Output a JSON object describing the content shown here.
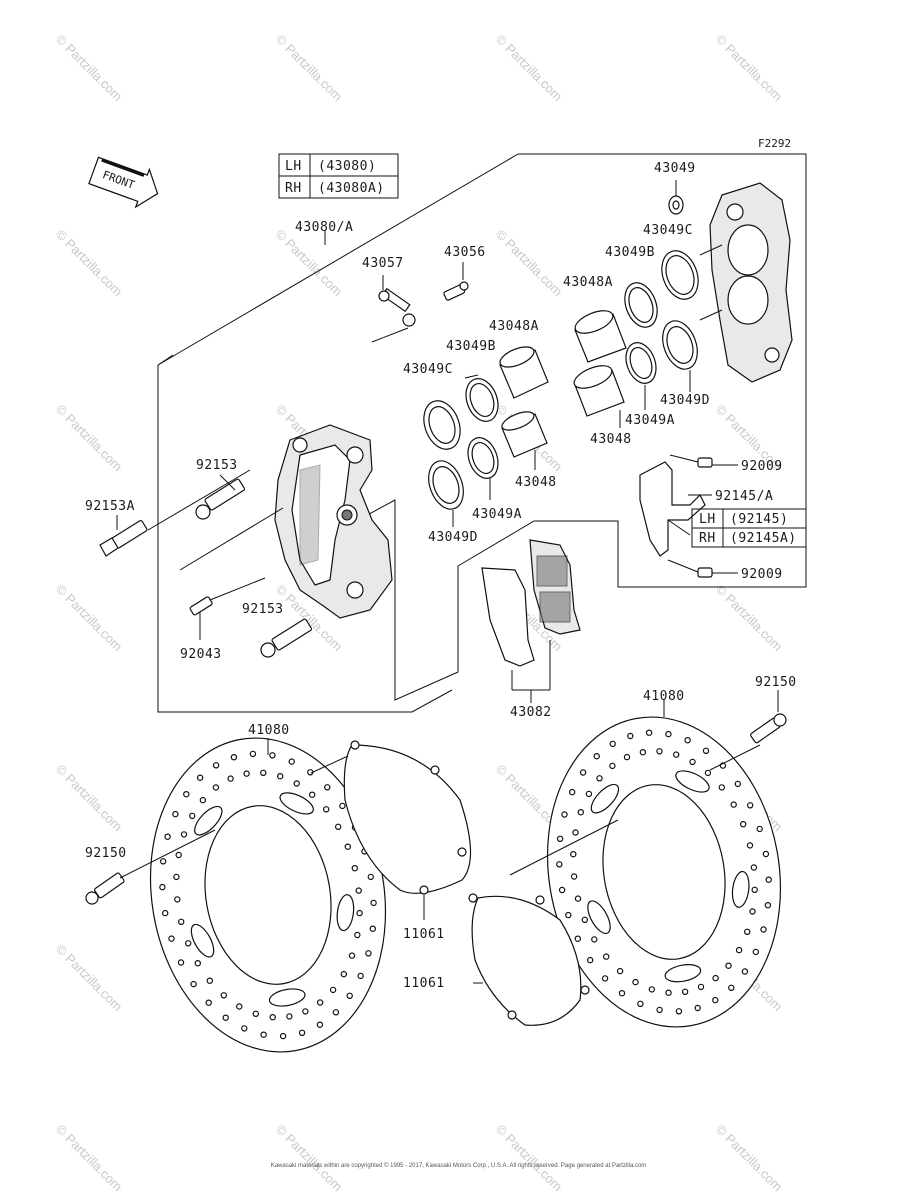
{
  "figure_code": "F2292",
  "front_label": "FRONT",
  "caliper_table": [
    {
      "side": "LH",
      "part": "(43080)"
    },
    {
      "side": "RH",
      "part": "(43080A)"
    }
  ],
  "bracket_table": [
    {
      "side": "LH",
      "part": "(92145)"
    },
    {
      "side": "RH",
      "part": "(92145A)"
    }
  ],
  "part_labels": {
    "p43080A": "43080/A",
    "p43057": "43057",
    "p43056": "43056",
    "p43049_top": "43049",
    "p43049C_top": "43049C",
    "p43049B_top": "43049B",
    "p43048A_top": "43048A",
    "p43048A_mid": "43048A",
    "p43049B_mid": "43049B",
    "p43049C_mid": "43049C",
    "p43049D_top": "43049D",
    "p43049A_top": "43049A",
    "p43048_top": "43048",
    "p43048_mid": "43048",
    "p43049A_mid": "43049A",
    "p43049D_mid": "43049D",
    "p92009_a": "92009",
    "p92145A": "92145/A",
    "p92009_b": "92009",
    "p92153_top": "92153",
    "p92153A": "92153A",
    "p92153_bottom": "92153",
    "p92043": "92043",
    "p43082": "43082",
    "p41080_left": "41080",
    "p41080_right": "41080",
    "p92150_right": "92150",
    "p92150_left": "92150",
    "p11061_a": "11061",
    "p11061_b": "11061"
  },
  "watermark": "© Partzilla.com",
  "copyright_text": "Kawasaki materials within are copyrighted © 1995 - 2017, Kawasaki Motors Corp., U.S.A. All rights reserved. Page generated at Partzilla.com"
}
